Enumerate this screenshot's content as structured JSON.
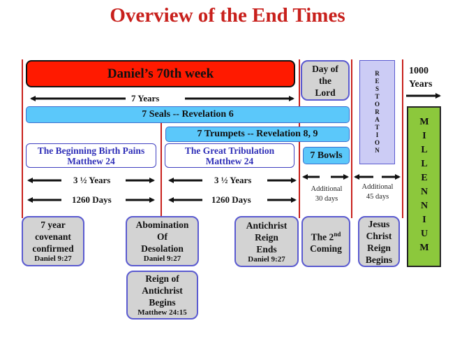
{
  "title": "Overview of the End Times",
  "colors": {
    "title": "#c8201c",
    "daniel": "#ff1a00",
    "blue": "#5bc8fa",
    "gray": "#d3d3d3",
    "restoration": "#ccccf5",
    "millennium": "#8cc83c"
  },
  "daniel_week": "Daniel’s 70th week",
  "seven_years": "7 Years",
  "seals": "7 Seals -- Revelation 6",
  "trumpets": "7 Trumpets -- Revelation 8, 9",
  "bowls": "7 Bowls",
  "birth_pains": {
    "line1": "The  Beginning Birth Pains",
    "line2": "Matthew 24"
  },
  "tribulation": {
    "line1": "The Great Tribulation",
    "line2": "Matthew 24"
  },
  "half_years": "3 ½ Years",
  "days_1260": "1260 Days",
  "day_of_lord": [
    "Day of",
    "the",
    "Lord"
  ],
  "restoration": "RESTORATION",
  "thousand_years": [
    "1000",
    "Years"
  ],
  "millennium": "MILLENNIUM",
  "additional_30": [
    "Additional",
    "30 days"
  ],
  "additional_45": [
    "Additional",
    "45 days"
  ],
  "events": {
    "covenant": {
      "lines": [
        "7 year",
        "covenant",
        "confirmed"
      ],
      "ref": "Daniel 9:27"
    },
    "abomination": {
      "lines": [
        "Abomination",
        "Of",
        "Desolation"
      ],
      "ref": "Daniel 9:27"
    },
    "reign_begins": {
      "lines": [
        "Reign of",
        "Antichrist",
        "Begins"
      ],
      "ref": "Matthew  24:15"
    },
    "antichrist_ends": {
      "lines": [
        "Antichrist",
        "Reign",
        "Ends"
      ],
      "ref": "Daniel 9:27"
    },
    "second_coming": {
      "pre": "The 2",
      "sup": "nd",
      "post": "Coming"
    },
    "jesus_reign": {
      "lines": [
        "Jesus",
        "Christ",
        "Reign",
        "Begins"
      ]
    }
  }
}
